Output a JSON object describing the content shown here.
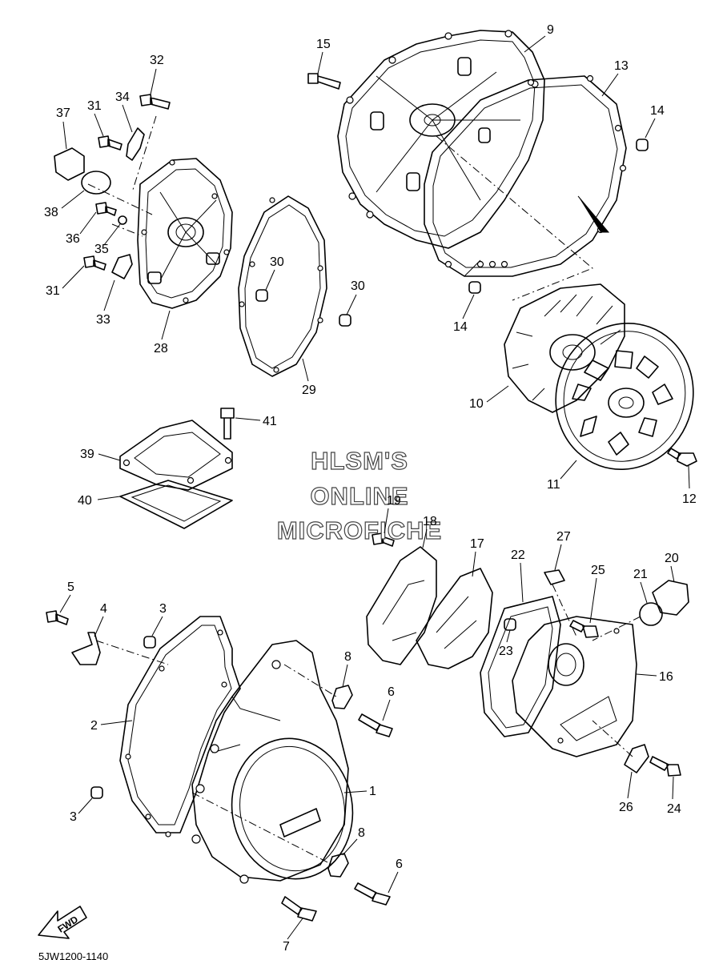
{
  "watermark": [
    "HLSM'S",
    "ONLINE",
    "MICROFICHE"
  ],
  "direction_label": "FWD",
  "diagram_code": "5JW1200-1140",
  "callouts": [
    "1",
    "2",
    "3",
    "3",
    "4",
    "5",
    "6",
    "6",
    "7",
    "8",
    "8",
    "9",
    "10",
    "11",
    "12",
    "13",
    "14",
    "14",
    "15",
    "16",
    "17",
    "18",
    "19",
    "20",
    "21",
    "22",
    "23",
    "24",
    "25",
    "26",
    "27",
    "28",
    "29",
    "30",
    "30",
    "31",
    "31",
    "32",
    "33",
    "34",
    "35",
    "36",
    "37",
    "38",
    "39",
    "40",
    "41"
  ]
}
